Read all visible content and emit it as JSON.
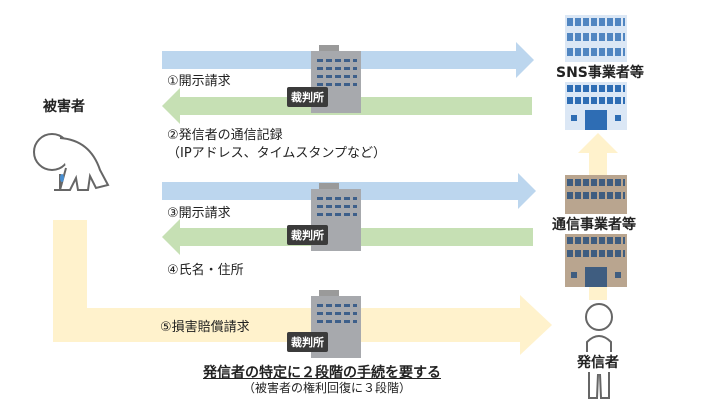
{
  "actors": {
    "victim": "被害者",
    "sns": "SNS事業者等",
    "telecom": "通信事業者等",
    "poster": "発信者"
  },
  "court_label": "裁判所",
  "steps": {
    "s1": "①開示請求",
    "s2": "②発信者の通信記録",
    "s2_note": "（IPアドレス、タイムスタンプなど）",
    "s3": "③開示請求",
    "s4": "④氏名・住所",
    "s5": "⑤損害賠償請求"
  },
  "summary": {
    "main": "発信者の特定に２段階の手続を要する",
    "sub": "（被害者の権利回復に３段階）"
  },
  "colors": {
    "request_arrow": "#bcd6ee",
    "response_arrow": "#c6e0b4",
    "claim_arrow": "#fff2cc",
    "court_sign": "#3b3b3b",
    "sns_building": "#2e6db4",
    "telecom_building": "#b9a58f"
  }
}
